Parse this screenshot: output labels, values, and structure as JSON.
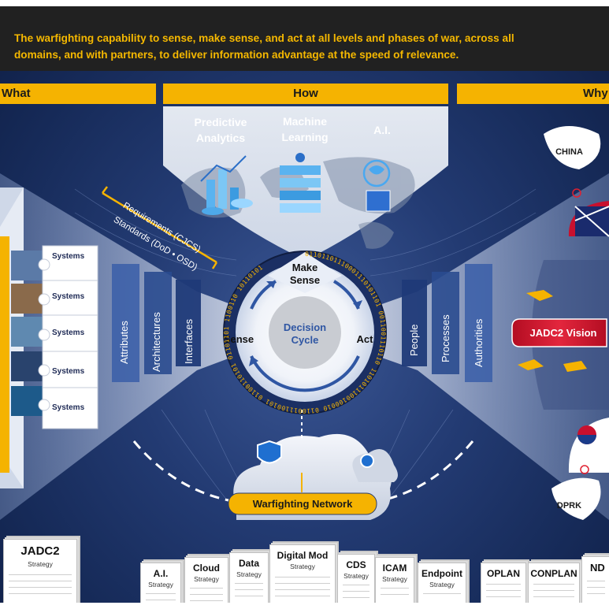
{
  "banner": {
    "line1": "The warfighting capability to sense, make sense, and act at all levels and phases of war, across all",
    "line2": "domains, and with partners, to deliver information advantage at the speed of relevance."
  },
  "sections": {
    "what": "What",
    "how": "How",
    "why": "Why"
  },
  "how_items": {
    "predictive": [
      "Predictive",
      "Analytics"
    ],
    "ml": [
      "Machine",
      "Learning"
    ],
    "ai": "A.I."
  },
  "bands": {
    "requirements": "Requirements (CJCS)",
    "standards": "Standards (DoD • OSD)"
  },
  "systems": [
    "Systems",
    "Systems",
    "Systems",
    "Systems",
    "Systems"
  ],
  "left_columns": [
    "Attributes",
    "Architectures",
    "Interfaces"
  ],
  "right_columns": [
    "People",
    "Processes",
    "Authorities"
  ],
  "cycle": {
    "center": [
      "Decision",
      "Cycle"
    ],
    "top": [
      "Make",
      "Sense"
    ],
    "left": "Sense",
    "right": "Act"
  },
  "binary_ring": "01101101110001110101101 0011001110110 1101011100100010 0110011100101 01100110101 01101101 1100110 10110101",
  "network": "Warfighting Network",
  "why": {
    "china": "CHINA",
    "dprk": "DPRK",
    "vision": "JADC2 Vision"
  },
  "documents": [
    {
      "title": "JADC2",
      "sub": "Strategy"
    },
    {
      "title": "A.I.",
      "sub": "Strategy"
    },
    {
      "title": "Cloud",
      "sub": "Strategy"
    },
    {
      "title": "Data",
      "sub": "Strategy"
    },
    {
      "title": "Digital Mod",
      "sub": "Strategy"
    },
    {
      "title": "CDS",
      "sub": "Strategy"
    },
    {
      "title": "ICAM",
      "sub": "Strategy"
    },
    {
      "title": "Endpoint",
      "sub": "Strategy"
    },
    {
      "title": "OPLAN",
      "sub": ""
    },
    {
      "title": "CONPLAN",
      "sub": ""
    },
    {
      "title": "ND",
      "sub": ""
    }
  ],
  "colors": {
    "accent": "#f5b301",
    "banner": "#212121",
    "vision_red": "#c8102e",
    "navy": "#1f3a78"
  }
}
